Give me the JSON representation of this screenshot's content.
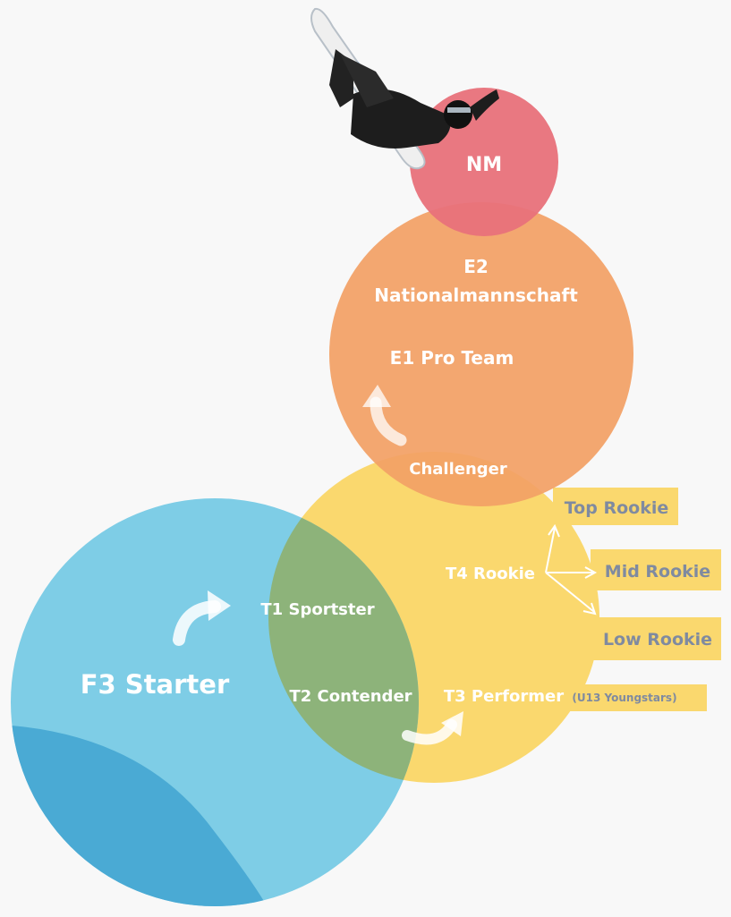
{
  "colors": {
    "background": "#f8f8f8",
    "nm": "#e8717a",
    "elite": "#f2a065",
    "talent": "#fad86e",
    "foundation": "#7ecde6",
    "foundation_dark": "#4aaad4",
    "overlap": "#8db37a",
    "label": "#ffffff",
    "rookie_label": "#7f8aa0"
  },
  "nodes": {
    "nm": "NM",
    "e2_line1": "E2",
    "e2_line2": "Nationalmannschaft",
    "e1": "E1 Pro Team",
    "challenger": "Challenger",
    "f3": "F3 Starter",
    "t1": "T1 Sportster",
    "t2": "T2 Contender",
    "t3": "T3 Performer",
    "t3_note": "(U13 Youngstars)",
    "t4": "T4 Rookie",
    "top_rookie": "Top Rookie",
    "mid_rookie": "Mid Rookie",
    "low_rookie": "Low Rookie"
  },
  "icons": {
    "snowboarder": "snowboarder-figure",
    "progression": "curved-arrow"
  }
}
